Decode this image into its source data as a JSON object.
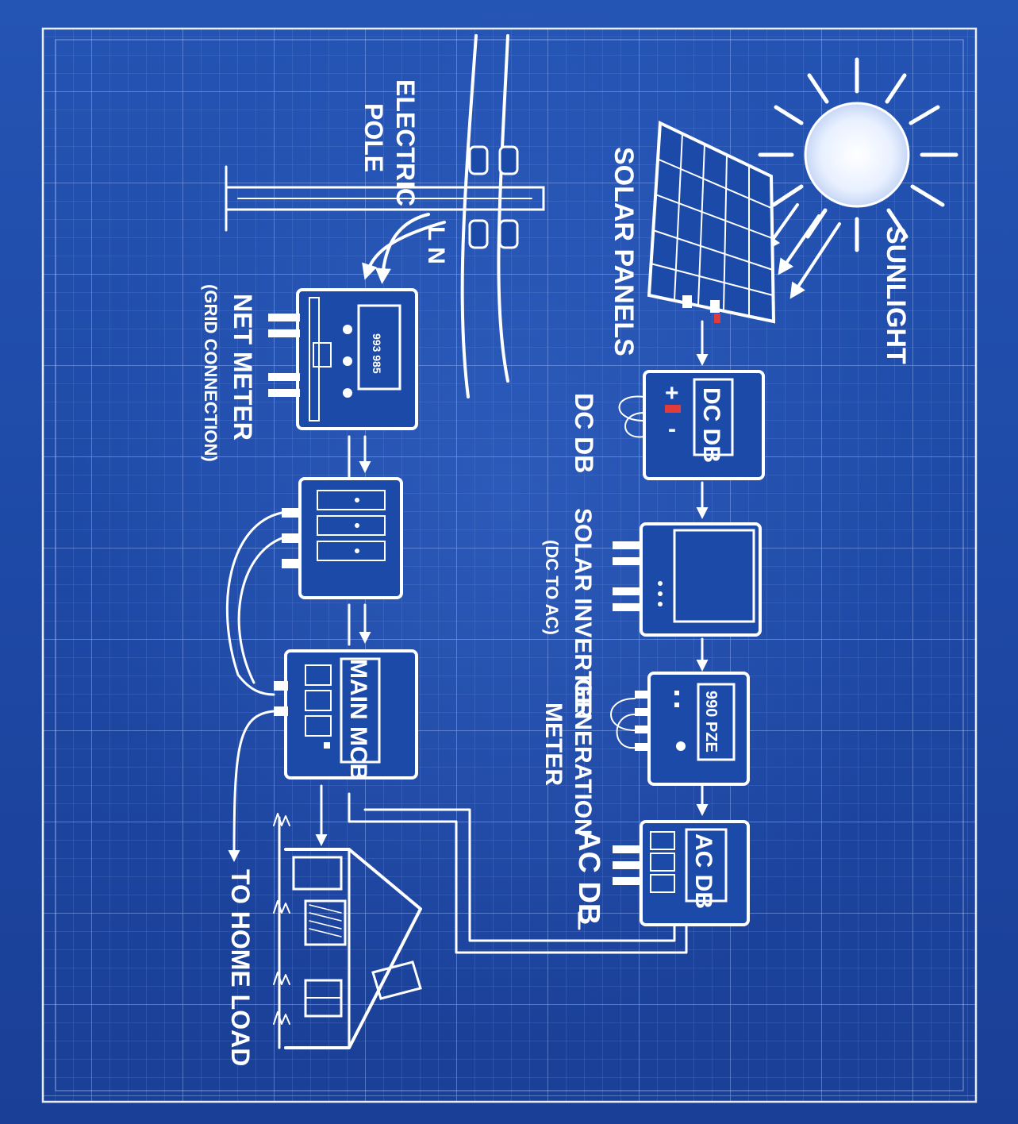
{
  "colors": {
    "background": "#1f4aa8",
    "grid_minor": "#6f94dd",
    "grid_major": "#8fb0ec",
    "line": "#ffffff",
    "accent_red": "#e23b3b"
  },
  "labels": {
    "sunlight": "SUNLIGHT",
    "solar_panels": "SOLAR PANELS",
    "electric_pole_1": "ELECTRIC",
    "electric_pole_2": "POLE",
    "ln": "L N",
    "net_meter_1": "NET METER",
    "net_meter_2": "(GRID CONNECTION)",
    "dc_db_side": "DC DB",
    "dc_db_box": "DC DB",
    "solar_inverter_1": "SOLAR INVERTER",
    "solar_inverter_2": "(DC TO AC)",
    "generation_meter_1": "GENERATION",
    "generation_meter_2": "METER",
    "ac_db_side": "AC DB",
    "ac_db_box": "AC DB",
    "main_mcb": "MAIN MCB",
    "to_home_load": "TO HOME LOAD",
    "net_meter_display": "993 985",
    "generation_meter_display": "990 PZE",
    "dc_plus": "+",
    "dc_minus": "-"
  },
  "icons": [
    "sun-icon",
    "solar-panel-icon",
    "electric-pole-icon",
    "house-icon",
    "net-meter-icon",
    "dc-db-box-icon",
    "inverter-icon",
    "generation-meter-icon",
    "ac-db-box-icon",
    "breaker-panel-icon",
    "main-mcb-icon"
  ]
}
